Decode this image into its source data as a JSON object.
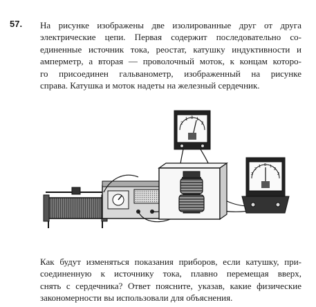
{
  "problem": {
    "number": "57.",
    "lines": [
      "На рисунке изображены две изолированные друг от друга",
      "электрические цепи. Первая содержит последовательно со-",
      "единенные источник тока, реостат, катушку индуктивности и",
      "амперметр, а вторая — проволочный моток, к концам которо-",
      "го присоединен гальванометр, изображенный на рисунке",
      "справа. Катушка и моток надеты на железный сердечник."
    ]
  },
  "question": {
    "lines": [
      "Как будут изменяться показания приборов, если катушку, при-",
      "соединенную к источнику тока, плавно перемещая вверх,",
      "снять с сердечника? Ответ поясните, указав, какие физические",
      "закономерности вы использовали для объяснения."
    ]
  },
  "figure": {
    "ammeter_scale": [
      "2",
      "1",
      "0",
      "1",
      "2"
    ],
    "galvanometer_scale": [
      "3",
      "2",
      "1",
      "0",
      "1",
      "2",
      "3"
    ]
  }
}
